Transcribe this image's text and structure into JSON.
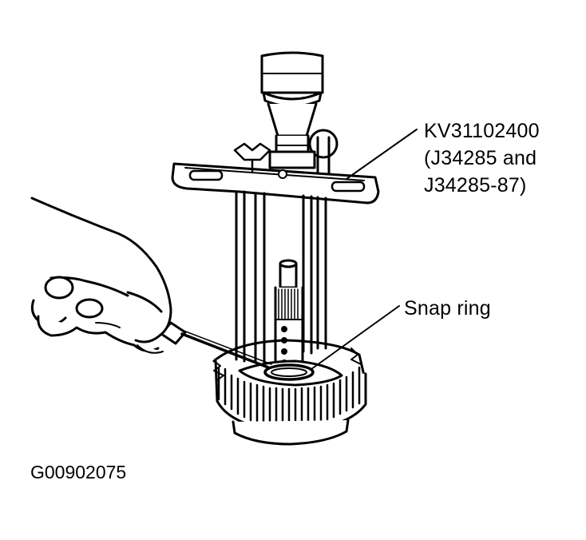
{
  "diagram": {
    "callouts": {
      "tool": {
        "line1": "KV31102400",
        "line2": "(J34285 and",
        "line3": "J34285-87)"
      },
      "snap_ring": "Snap ring"
    },
    "figure_id": "G00902075"
  },
  "colors": {
    "ink": "#000000",
    "paper": "#ffffff"
  }
}
